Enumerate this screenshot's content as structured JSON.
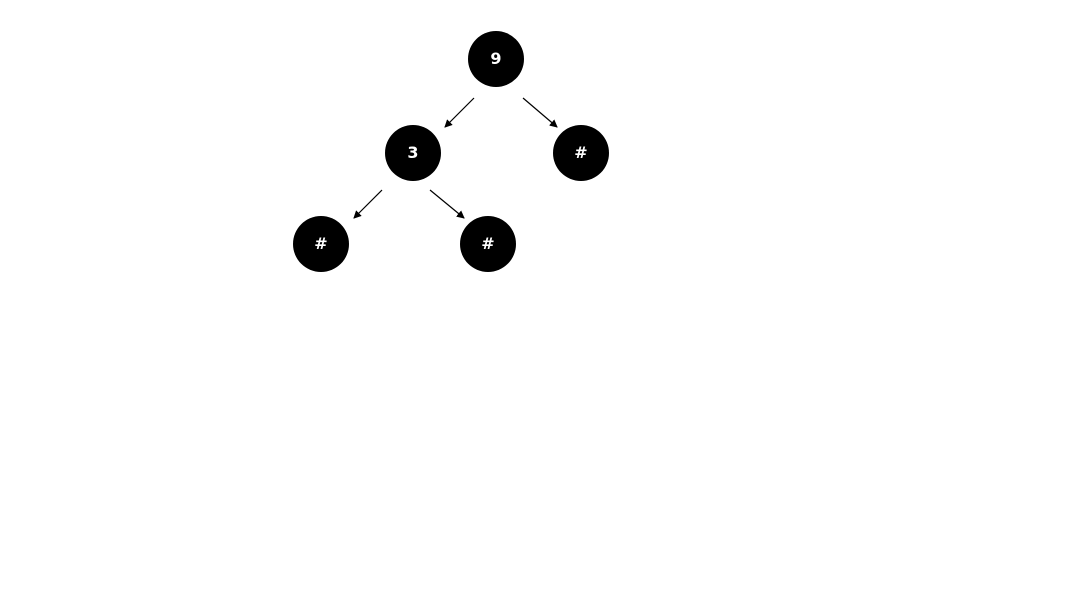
{
  "colors": {
    "node_fill": "#000000",
    "node_text": "#ffffff",
    "edge": "#000000",
    "background": "#ffffff"
  },
  "tree": {
    "root": {
      "label": "9"
    },
    "left": {
      "label": "3"
    },
    "right": {
      "label": "#"
    },
    "left_left": {
      "label": "#"
    },
    "left_right": {
      "label": "#"
    }
  },
  "edges": [
    {
      "from": "9",
      "to": "3"
    },
    {
      "from": "9",
      "to": "#"
    },
    {
      "from": "3",
      "to": "#"
    },
    {
      "from": "3",
      "to": "#"
    }
  ]
}
